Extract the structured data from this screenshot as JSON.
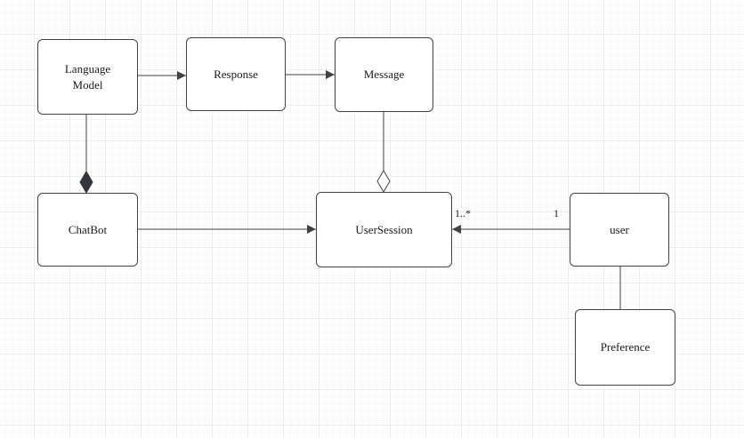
{
  "diagram": {
    "title": "class-diagram",
    "nodes": {
      "language_model": {
        "label": "Language\nModel"
      },
      "response": {
        "label": "Response"
      },
      "message": {
        "label": "Message"
      },
      "chatbot": {
        "label": "ChatBot"
      },
      "user_session": {
        "label": "UserSession"
      },
      "user": {
        "label": "user"
      },
      "preference": {
        "label": "Preference"
      }
    },
    "edges": {
      "language_model_to_response": {
        "type": "arrow"
      },
      "response_to_message": {
        "type": "arrow"
      },
      "chatbot_to_user_session": {
        "type": "arrow"
      },
      "language_model_chatbot_composition": {
        "type": "composition-filled-diamond"
      },
      "message_user_session_aggregation": {
        "type": "aggregation-hollow-diamond"
      },
      "user_to_user_session": {
        "type": "arrow",
        "target_multiplicity": "1..*",
        "source_multiplicity": "1"
      },
      "user_to_preference": {
        "type": "line"
      }
    },
    "colors": {
      "node_fill": "#ffffff",
      "node_border": "#424242",
      "edge": "#424242",
      "diamond_filled": "#33373d",
      "background": "#ffffff",
      "grid_major": "#ececec",
      "grid_minor": "#f7f7f7"
    }
  }
}
